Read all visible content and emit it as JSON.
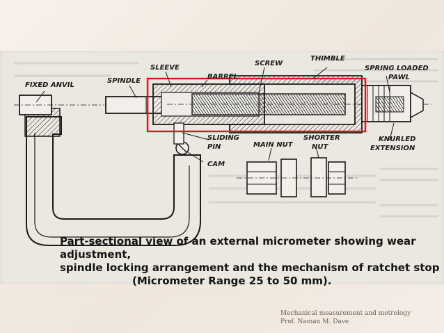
{
  "labels": {
    "fixed_anvil": "FIXED ANVIL",
    "spindle": "SPINDLE",
    "sleeve": "SLEEVE",
    "barrel": "BARREL",
    "screw": "SCREW",
    "thimble": "THIMBLE",
    "spring_loaded": "SPRING LOADED",
    "pawl": "PAWL",
    "sliding": "SLIDING",
    "pin": "PIN",
    "cam": "CAM",
    "main_nut": "MAIN NUT",
    "shorter": "SHORTER",
    "nut": "NUT",
    "knurled": "KNURLED",
    "extension": "EXTENSION"
  },
  "caption": {
    "line1": "Part-sectional view of an external micrometer showing wear adjustment,",
    "line2": "spindle locking arrangement and the mechanism of ratchet stop",
    "line3": "(Micrometer Range 25 to 50 mm)."
  },
  "footer": {
    "line1": "Mechanical measurement and metrology",
    "line2": "Prof. Naman M. Dave"
  },
  "colors": {
    "highlight_box": "#e2141b",
    "ink": "#1b1b1b"
  }
}
